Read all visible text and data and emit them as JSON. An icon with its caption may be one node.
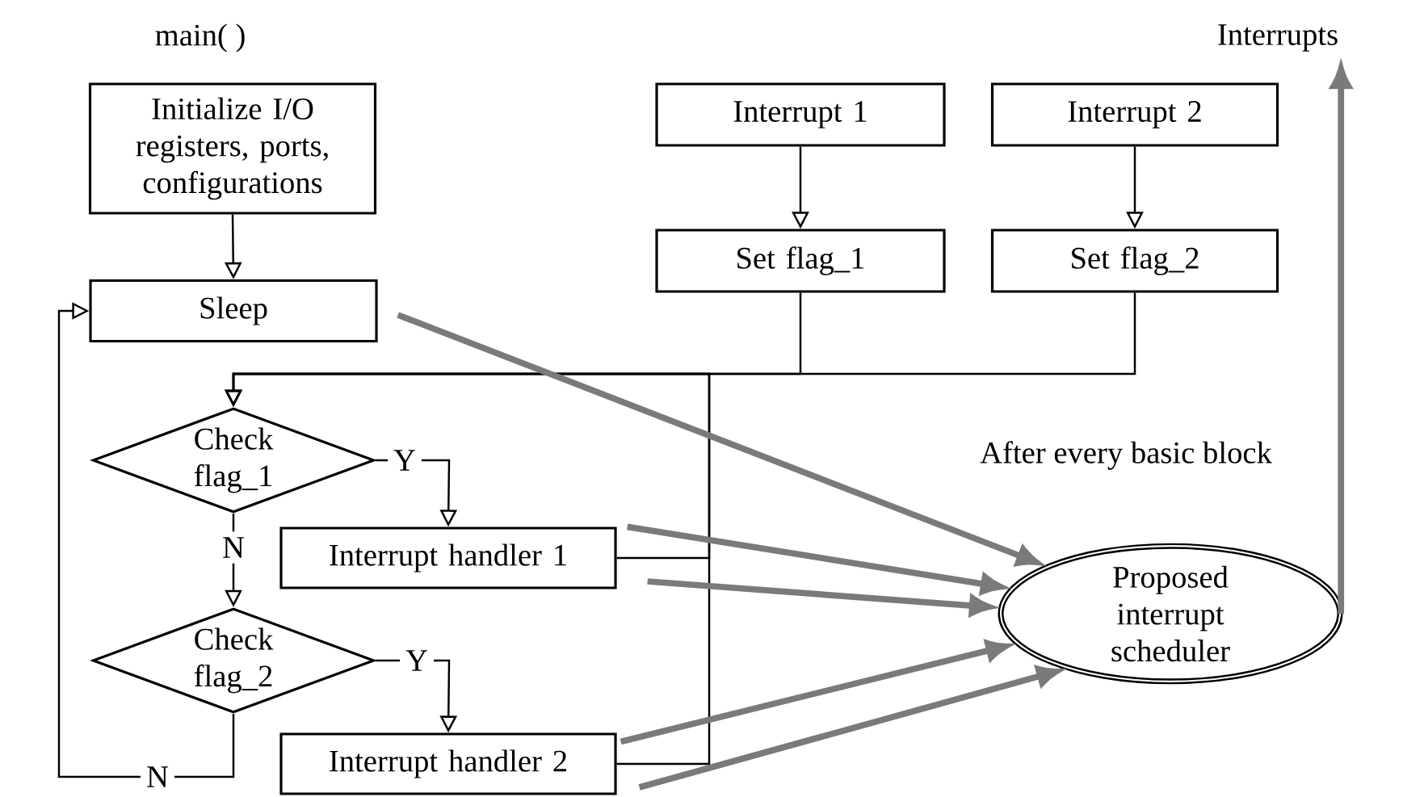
{
  "diagram": {
    "nodes": [
      {
        "text": [
          "Initialize I/O registers, ports, configurations"
        ]
      },
      {
        "text": [
          "Sleep"
        ]
      },
      {
        "text": [
          "Interrupt 1"
        ]
      },
      {
        "text": [
          "Interrupt 2"
        ]
      },
      {
        "text": [
          "Set flag_1"
        ]
      },
      {
        "text": [
          "Set flag_2"
        ]
      },
      {
        "text": [
          "Check flag_1"
        ]
      },
      {
        "text": [
          "Interrupt handler 1"
        ]
      },
      {
        "text": [
          "Check flag_2"
        ]
      },
      {
        "text": [
          "Interrupt handler 2"
        ]
      },
      {
        "text": [
          "Proposed interrupt scheduler"
        ]
      },
      {
        "text": [
          "Interrupts"
        ]
      }
    ],
    "edges": [
      {
        "from": 0,
        "to": 1,
        "arrow": "to"
      },
      {
        "from": 2,
        "to": 4,
        "arrow": "to"
      },
      {
        "from": 3,
        "to": 5,
        "arrow": "to"
      },
      {
        "from": 4,
        "to": 6,
        "arrow": "to"
      },
      {
        "from": 5,
        "to": 6,
        "arrow": "to"
      },
      {
        "from": 7,
        "to": 6,
        "arrow": "to"
      },
      {
        "from": 9,
        "to": 6,
        "arrow": "to"
      },
      {
        "from": 6,
        "to": 7,
        "arrow": "to",
        "label": "Y"
      },
      {
        "from": 6,
        "to": 8,
        "arrow": "to",
        "label": "N"
      },
      {
        "from": 8,
        "to": 9,
        "arrow": "to",
        "label": "Y"
      },
      {
        "from": 8,
        "to": 1,
        "arrow": "to",
        "label": "N"
      },
      {
        "from": 1,
        "to": 10,
        "arrow": "to",
        "style": "thick",
        "color": "#7a7a7a"
      },
      {
        "from": 7,
        "to": 10,
        "arrow": "to",
        "style": "thick",
        "color": "#7a7a7a"
      },
      {
        "from": 7,
        "to": 10,
        "arrow": "to",
        "style": "thick",
        "color": "#7a7a7a"
      },
      {
        "from": 9,
        "to": 10,
        "arrow": "to",
        "style": "thick",
        "color": "#7a7a7a"
      },
      {
        "from": 9,
        "to": 10,
        "arrow": "to",
        "style": "thick",
        "color": "#7a7a7a"
      },
      {
        "from": 10,
        "to": 11,
        "arrow": "to",
        "style": "thick",
        "color": "#7a7a7a"
      }
    ],
    "labels": [
      "main( )",
      "After every basic block"
    ]
  }
}
